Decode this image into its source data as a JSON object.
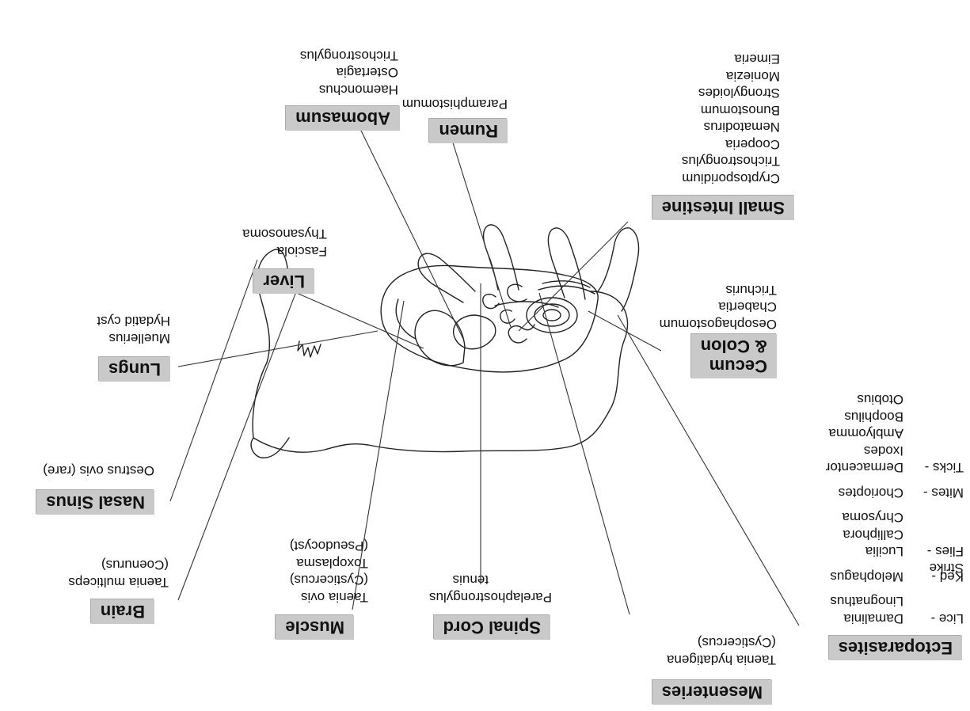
{
  "regions": {
    "ectoparasites": {
      "label": "Ectoparasites",
      "groups": [
        {
          "category": "Lice -",
          "items": [
            "Damalinia",
            "Linognathus"
          ]
        },
        {
          "category": "Ked -",
          "items": [
            "Melophagus"
          ]
        },
        {
          "category": "Strike\nFlies -",
          "items": [
            "Lucilia",
            "Calliphora",
            "Chrysoma"
          ]
        },
        {
          "category": "Mites -",
          "items": [
            "Chorioptes"
          ]
        },
        {
          "category": "Ticks -",
          "items": [
            "Dermacentor",
            "Ixodes",
            "Amblyomma",
            "Boophilus",
            "Otobius"
          ]
        }
      ]
    },
    "mesenteries": {
      "label": "Mesenteries",
      "items": [
        "Taenia hydatigena",
        "(Cysticercus)"
      ]
    },
    "spinal_cord": {
      "label": "Spinal Cord",
      "items": [
        "Parelaphostrongylus",
        "tenuis"
      ]
    },
    "muscle": {
      "label": "Muscle",
      "items": [
        "Taenia ovis",
        "(Cysticercus)",
        "Toxoplasma",
        "(Pseudocyst)"
      ]
    },
    "brain": {
      "label": "Brain",
      "items": [
        "Taenia multiceps",
        "(Coenurus)"
      ]
    },
    "nasal_sinus": {
      "label": "Nasal Sinus",
      "items": [
        "Oestrus ovis (rare)"
      ]
    },
    "lungs": {
      "label": "Lungs",
      "items": [
        "Muellerius",
        "Hydatid cyst"
      ]
    },
    "liver": {
      "label": "Liver",
      "items": [
        "Fasciola",
        "Thysanosoma"
      ]
    },
    "abomasum": {
      "label": "Abomasum",
      "items": [
        "Haemonchus",
        "Ostertagia",
        "Trichostrongylus"
      ]
    },
    "rumen": {
      "label": "Rumen",
      "items": [
        "Paramphistomum"
      ]
    },
    "small_intestine": {
      "label": "Small Intestine",
      "items": [
        "Cryptosporidium",
        "Trichostrongylus",
        "Cooperia",
        "Nematodirus",
        "Bunostomum",
        "Strongyloides",
        "Moniezia",
        "Eimeria"
      ]
    },
    "cecum_colon": {
      "label_lines": [
        "Cecum",
        "& Colon"
      ],
      "items": [
        "Oesophagostomum",
        "Chabertia",
        "Trichuris"
      ]
    }
  },
  "colors": {
    "label_box": "#c9c9c9",
    "line": "#333333"
  }
}
